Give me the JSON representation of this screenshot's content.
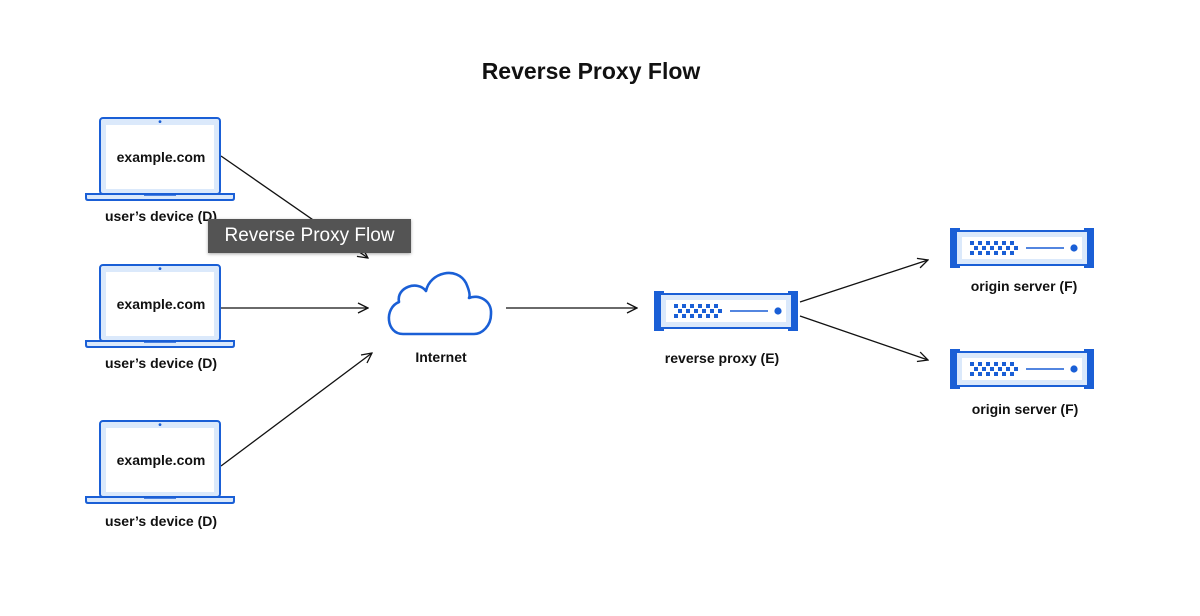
{
  "title": "Reverse Proxy Flow",
  "tooltip": "Reverse Proxy Flow",
  "devices": [
    {
      "screen_text": "example.com",
      "label": "user’s device (D)"
    },
    {
      "screen_text": "example.com",
      "label": "user’s device (D)"
    },
    {
      "screen_text": "example.com",
      "label": "user’s device (D)"
    }
  ],
  "internet": {
    "label": "Internet",
    "icon": "cloud-icon"
  },
  "reverse_proxy": {
    "label": "reverse proxy (E)",
    "icon": "server-icon"
  },
  "origin_servers": [
    {
      "label": "origin server (F)",
      "icon": "server-icon"
    },
    {
      "label": "origin server (F)",
      "icon": "server-icon"
    }
  ],
  "colors": {
    "accent_blue": "#1a5fd6",
    "light_blue_fill": "#dbe9fb",
    "tooltip_bg": "#545454",
    "arrow": "#111111"
  }
}
